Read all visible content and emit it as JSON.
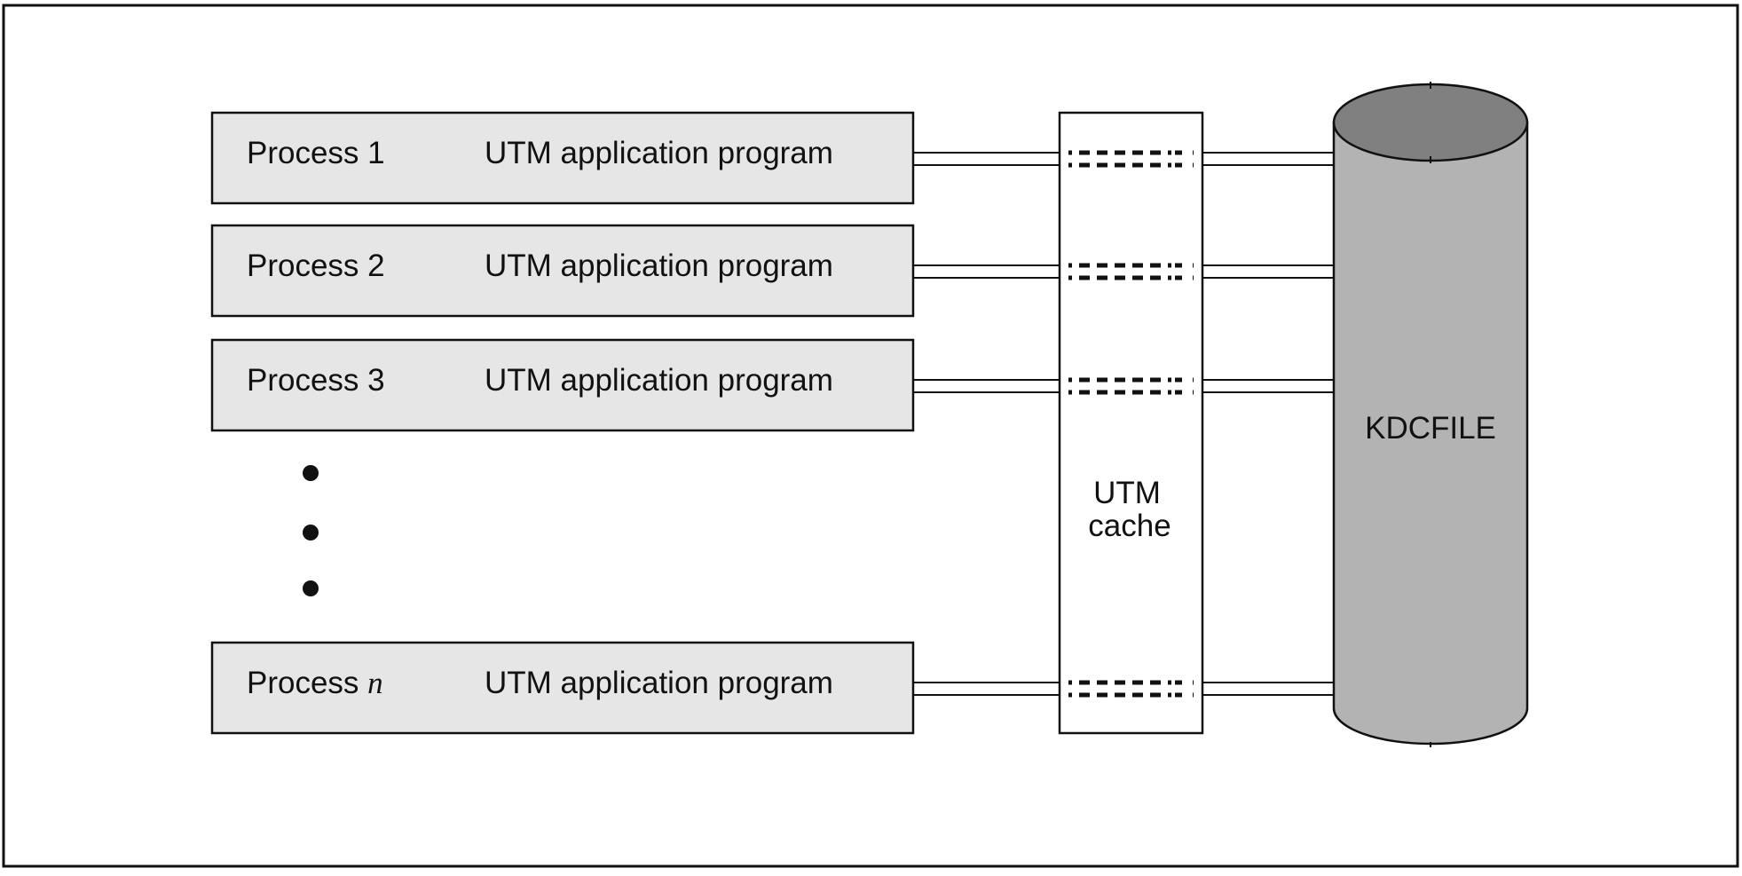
{
  "processes": [
    {
      "prefix": "Process",
      "index": "1",
      "program": "UTM application program",
      "index_italic": false
    },
    {
      "prefix": "Process",
      "index": "2",
      "program": "UTM application program",
      "index_italic": false
    },
    {
      "prefix": "Process",
      "index": "3",
      "program": "UTM application program",
      "index_italic": false
    },
    {
      "prefix": "Process",
      "index": "n",
      "program": "UTM application program",
      "index_italic": true
    }
  ],
  "cache": {
    "line1": "UTM",
    "line2": "cache"
  },
  "storage": {
    "label": "KDCFILE"
  },
  "colors": {
    "process_fill": "#e6e6e6",
    "cylinder_body": "#b3b3b3",
    "cylinder_top": "#808080",
    "stroke": "#111111",
    "background": "#ffffff"
  }
}
